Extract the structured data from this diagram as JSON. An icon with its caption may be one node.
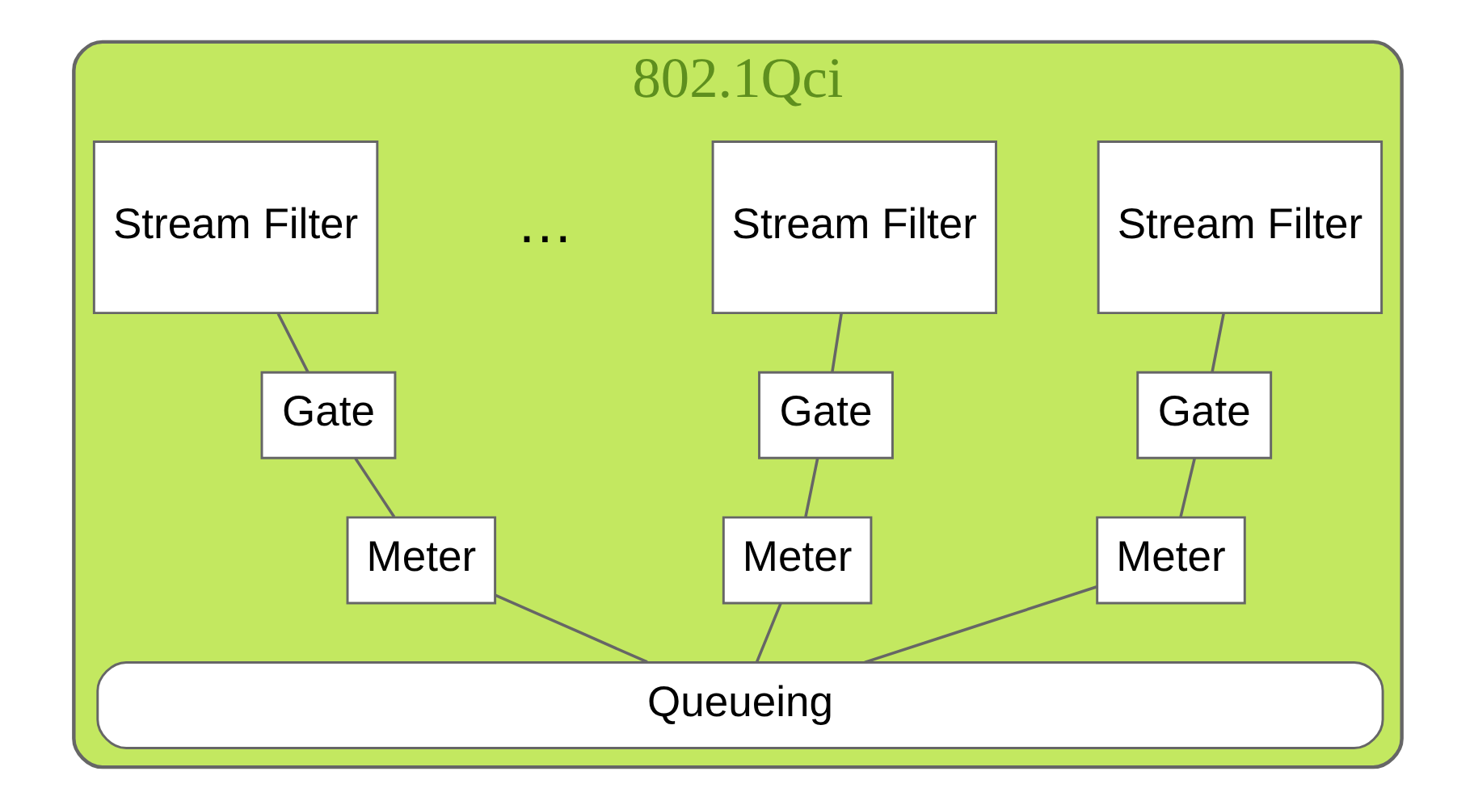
{
  "diagram": {
    "nodes": [
      {
        "text": [
          "802.1Qci"
        ]
      },
      {
        "text": [
          "Stream Filter"
        ],
        "in": 0
      },
      {
        "text": [
          "Gate"
        ],
        "in": 0
      },
      {
        "text": [
          "Meter"
        ],
        "in": 0
      },
      {
        "text": [
          "Stream Filter"
        ],
        "in": 0
      },
      {
        "text": [
          "Gate"
        ],
        "in": 0
      },
      {
        "text": [
          "Meter"
        ],
        "in": 0
      },
      {
        "text": [
          "Stream Filter"
        ],
        "in": 0
      },
      {
        "text": [
          "Gate"
        ],
        "in": 0
      },
      {
        "text": [
          "Meter"
        ],
        "in": 0
      },
      {
        "text": [
          "Queueing"
        ],
        "in": 0
      }
    ],
    "edges": [
      {
        "from": 1,
        "to": 2,
        "arrow": "none"
      },
      {
        "from": 2,
        "to": 3,
        "arrow": "none"
      },
      {
        "from": 3,
        "to": 10,
        "arrow": "none"
      },
      {
        "from": 4,
        "to": 5,
        "arrow": "none"
      },
      {
        "from": 5,
        "to": 6,
        "arrow": "none"
      },
      {
        "from": 6,
        "to": 10,
        "arrow": "none"
      },
      {
        "from": 7,
        "to": 8,
        "arrow": "none"
      },
      {
        "from": 8,
        "to": 9,
        "arrow": "none"
      },
      {
        "from": 9,
        "to": 10,
        "arrow": "none"
      }
    ],
    "labels": [
      "…"
    ]
  }
}
